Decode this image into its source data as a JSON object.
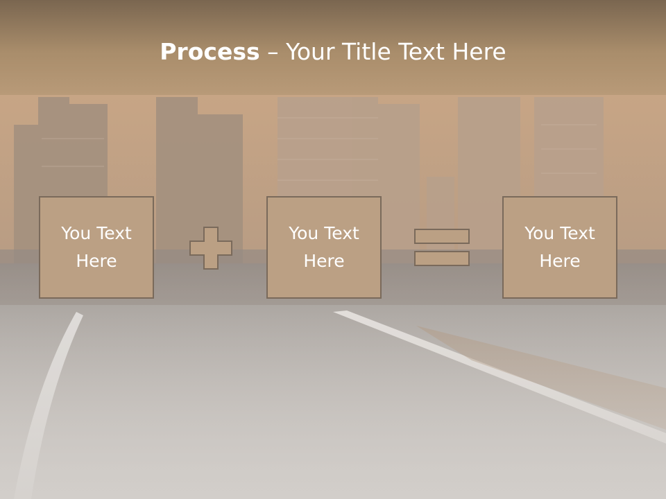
{
  "slide": {
    "title_bold": "Process",
    "title_dash": " – ",
    "title_rest": "Your Title Text Here",
    "boxes": [
      {
        "label": "You Text\nHere"
      },
      {
        "label": "You Text\nHere"
      },
      {
        "label": "You Text\nHere"
      }
    ],
    "colors": {
      "accent": "#bba084",
      "border": "#7a6a5b",
      "title_band": "#a98d6b",
      "text": "#ffffff"
    }
  }
}
